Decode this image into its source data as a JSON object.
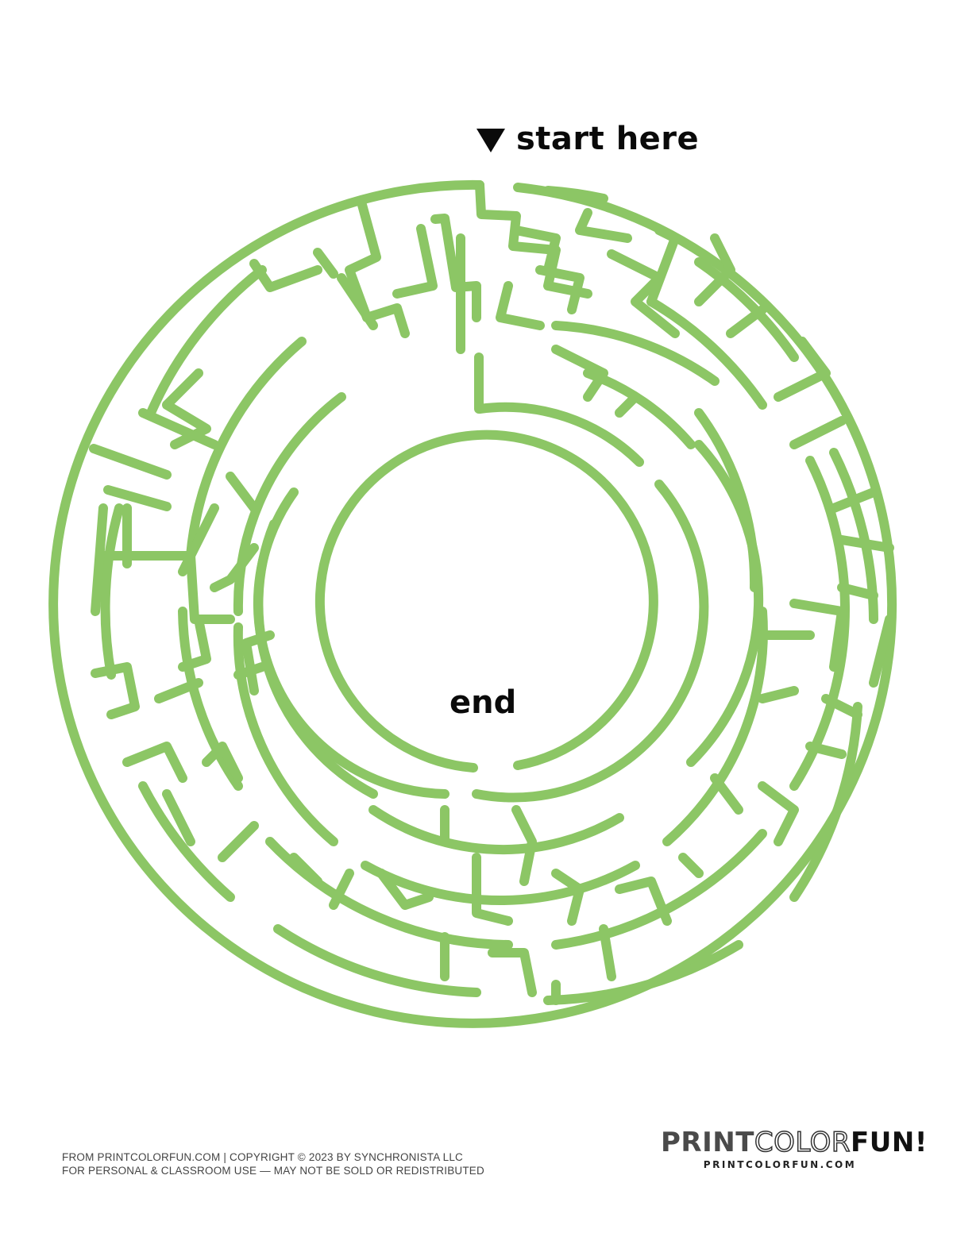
{
  "puzzle": {
    "type": "circular maze",
    "start_label": "start here",
    "start_marker_icon": "down-triangle-icon",
    "end_label": "end",
    "line_color": "#8cc665",
    "text_color": "#0a0a0a",
    "background": "#ffffff"
  },
  "footer": {
    "line1": "FROM PRINTCOLORFUN.COM  |  COPYRIGHT © 2023 BY SYNCHRONISTA LLC",
    "line2": "FOR PERSONAL & CLASSROOM USE — MAY NOT BE SOLD OR REDISTRIBUTED"
  },
  "logo": {
    "word1": "PRINT",
    "word2": "COLOR",
    "word3": "FUN!",
    "url": "PRINTCOLORFUN.COM"
  }
}
